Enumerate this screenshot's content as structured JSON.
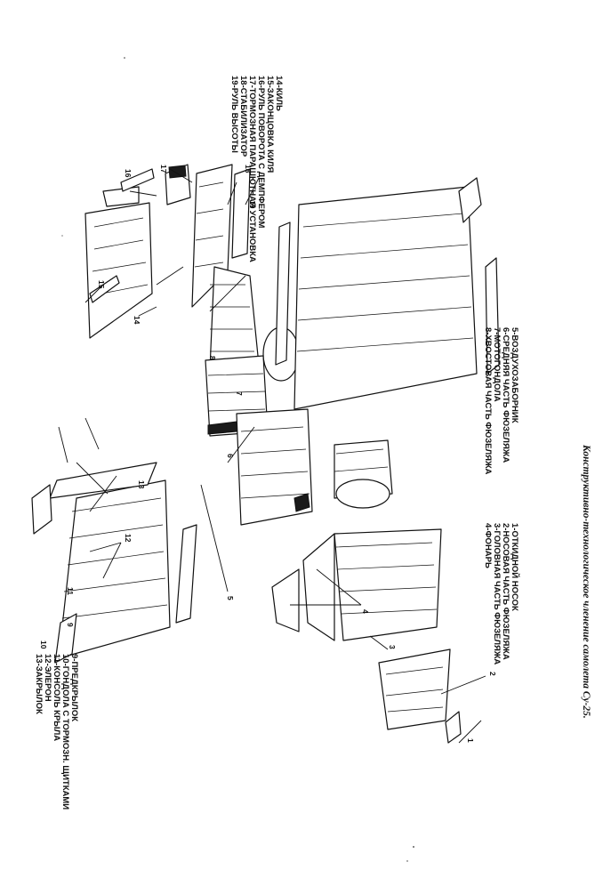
{
  "caption": "Конструктивно-технологическое членение самолета Су-25.",
  "legend_groups": [
    {
      "items": [
        "1-ОТКИДНОЙ НОСОК",
        "2-НОСОВАЯ ЧАСТЬ ФЮЗЕЛЯЖА",
        "3-ГОЛОВНАЯ ЧАСТЬ ФЮЗЕЛЯЖА",
        "4-ФОНАРЬ"
      ]
    },
    {
      "items": [
        "5-ВОЗДУХОЗАБОРНИК",
        "6-СРЕДНЯЯ ЧАСТЬ ФЮЗЕЛЯЖА",
        "7-МОТОГОНДОЛА",
        "8-ХВОСТОВАЯ ЧАСТЬ ФЮЗЕЛЯЖА"
      ]
    },
    {
      "items": [
        "9-ПРЕДКРЫЛОК",
        "10-ГОНДОЛА С ТОРМОЗН. ЩИТКАМИ",
        "11-КОНСОЛЬ КРЫЛА",
        "12-ЭЛЕРОН",
        "13-ЗАКРЫЛОК"
      ]
    },
    {
      "items": [
        "14-КИЛЬ",
        "15-ЗАКОНЦОВКА КИЛЯ",
        "16-РУЛЬ ПОВОРОТА С ДЕМПФЕРОМ",
        "17-ТОРМОЗНАЯ ПАРАШЮТНАЯ УСТАНОВКА",
        "18-СТАБИЛИЗАТОР",
        "19-РУЛЬ ВЫСОТЫ"
      ]
    }
  ],
  "callouts": [
    "1",
    "2",
    "3",
    "4",
    "5",
    "6",
    "7",
    "8",
    "9",
    "10",
    "11",
    "12",
    "13",
    "14",
    "15",
    "16",
    "17",
    "18",
    "19"
  ]
}
